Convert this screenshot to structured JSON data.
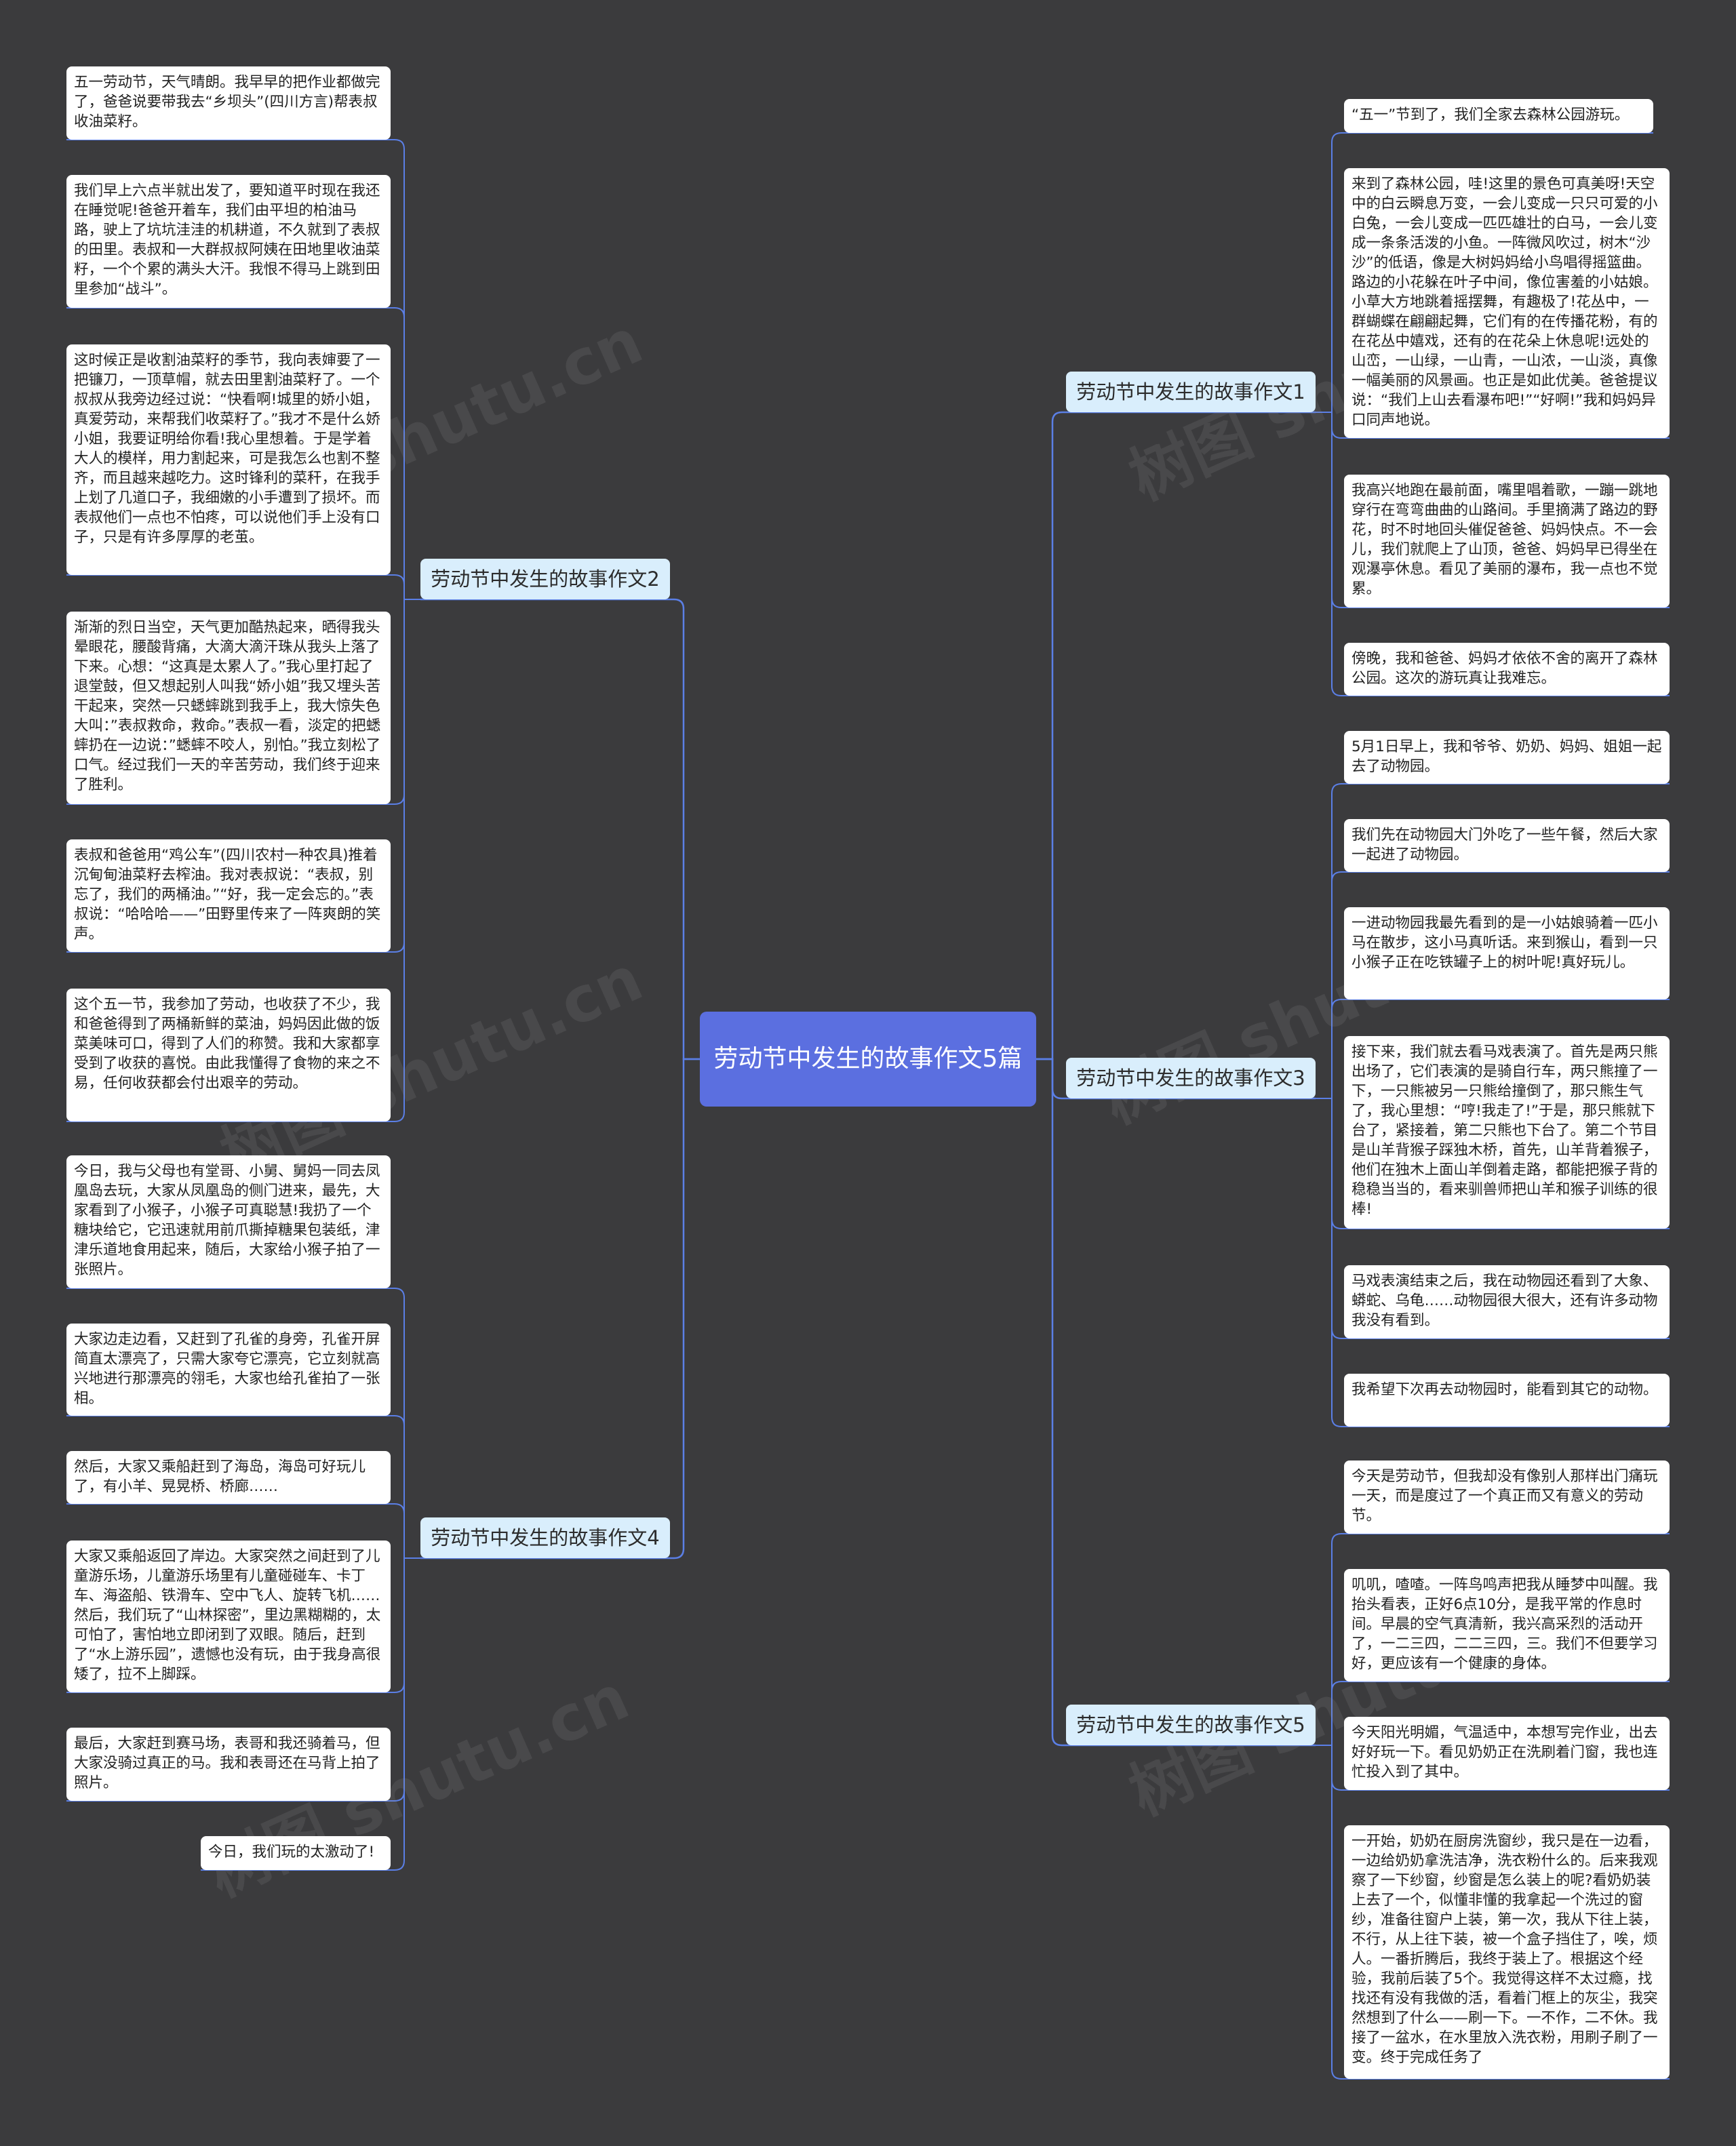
{
  "root": "劳动节中发生的故事作文5篇",
  "watermark": "树图 shutu.cn",
  "branches": [
    {
      "label": "劳动节中发生的故事作文1",
      "items": [
        "“五一”节到了，我们全家去森林公园游玩。",
        "来到了森林公园，哇!这里的景色可真美呀!天空中的白云瞬息万变，一会儿变成一只只可爱的小白兔，一会儿变成一匹匹雄壮的白马，一会儿变成一条条活泼的小鱼。一阵微风吹过，树木“沙沙”的低语，像是大树妈妈给小鸟唱得摇篮曲。路边的小花躲在叶子中间，像位害羞的小姑娘。小草大方地跳着摇摆舞，有趣极了!花丛中，一群蝴蝶在翩翩起舞，它们有的在传播花粉，有的在花丛中嬉戏，还有的在花朵上休息呢!远处的山峦，一山绿，一山青，一山浓，一山淡，真像一幅美丽的风景画。也正是如此优美。爸爸提议说：“我们上山去看瀑布吧!”“好啊!”我和妈妈异口同声地说。",
        "我高兴地跑在最前面，嘴里唱着歌，一蹦一跳地穿行在弯弯曲曲的山路间。手里摘满了路边的野花，时不时地回头催促爸爸、妈妈快点。不一会儿，我们就爬上了山顶，爸爸、妈妈早已得坐在观瀑亭休息。看见了美丽的瀑布，我一点也不觉累。",
        "傍晚，我和爸爸、妈妈才依依不舍的离开了森林公园。这次的游玩真让我难忘。"
      ]
    },
    {
      "label": "劳动节中发生的故事作文2",
      "items": [
        "五一劳动节，天气晴朗。我早早的把作业都做完了，爸爸说要带我去“乡坝头”(四川方言)帮表叔收油菜籽。",
        "我们早上六点半就出发了，要知道平时现在我还在睡觉呢!爸爸开着车，我们由平坦的柏油马路，驶上了坑坑洼洼的机耕道，不久就到了表叔的田里。表叔和一大群叔叔阿姨在田地里收油菜籽，一个个累的满头大汗。我恨不得马上跳到田里参加“战斗”。",
        "这时候正是收割油菜籽的季节，我向表婶要了一把镰刀，一顶草帽，就去田里割油菜籽了。一个叔叔从我旁边经过说：“快看啊!城里的娇小姐，真爱劳动，来帮我们收菜籽了。”我才不是什么娇小姐，我要证明给你看!我心里想着。于是学着大人的模样，用力割起来，可是我怎么也割不整齐，而且越来越吃力。这时锋利的菜秆，在我手上划了几道口子，我细嫩的小手遭到了损坏。而表叔他们一点也不怕疼，可以说他们手上没有口子，只是有许多厚厚的老茧。",
        "渐渐的烈日当空，天气更加酷热起来，晒得我头晕眼花，腰酸背痛，大滴大滴汗珠从我头上落了下来。心想：“这真是太累人了。”我心里打起了退堂鼓，但又想起别人叫我“娇小姐”我又埋头苦干起来，突然一只蟋蟀跳到我手上，我大惊失色大叫：”表叔救命，救命。”表叔一看，淡定的把蟋蟀扔在一边说：”蟋蟀不咬人，别怕。”我立刻松了口气。经过我们一天的辛苦劳动，我们终于迎来了胜利。",
        "表叔和爸爸用“鸡公车”(四川农村一种农具)推着沉甸甸油菜籽去榨油。我对表叔说：“表叔，别忘了，我们的两桶油。”“好，我一定会忘的。”表叔说：“哈哈哈——”田野里传来了一阵爽朗的笑声。",
        "这个五一节，我参加了劳动，也收获了不少，我和爸爸得到了两桶新鲜的菜油，妈妈因此做的饭菜美味可口，得到了人们的称赞。我和大家都享受到了收获的喜悦。由此我懂得了食物的来之不易，任何收获都会付出艰辛的劳动。"
      ]
    },
    {
      "label": "劳动节中发生的故事作文3",
      "items": [
        "5月1日早上，我和爷爷、奶奶、妈妈、姐姐一起去了动物园。",
        "我们先在动物园大门外吃了一些午餐，然后大家一起进了动物园。",
        "一进动物园我最先看到的是一小姑娘骑着一匹小马在散步，这小马真听话。来到猴山，看到一只小猴子正在吃铁罐子上的树叶呢!真好玩儿。",
        "接下来，我们就去看马戏表演了。首先是两只熊出场了，它们表演的是骑自行车，两只熊撞了一下，一只熊被另一只熊给撞倒了，那只熊生气了，我心里想：“哼!我走了!”于是，那只熊就下台了，紧接着，第二只熊也下台了。第二个节目是山羊背猴子踩独木桥，首先，山羊背着猴子，他们在独木上面山羊倒着走路，都能把猴子背的稳稳当当的，看来驯兽师把山羊和猴子训练的很棒!",
        "马戏表演结束之后，我在动物园还看到了大象、蟒蛇、乌龟……动物园很大很大，还有许多动物我没有看到。",
        "我希望下次再去动物园时，能看到其它的动物。"
      ]
    },
    {
      "label": "劳动节中发生的故事作文4",
      "items": [
        "今日，我与父母也有堂哥、小舅、舅妈一同去凤凰岛去玩，大家从凤凰岛的侧门进来，最先，大家看到了小猴子，小猴子可真聪慧!我扔了一个糖块给它，它迅速就用前爪撕掉糖果包装纸，津津乐道地食用起来，随后，大家给小猴子拍了一张照片。",
        "大家边走边看，又赶到了孔雀的身旁，孔雀开屏简直太漂亮了，只需大家夸它漂亮，它立刻就高兴地进行那漂亮的翎毛，大家也给孔雀拍了一张相。",
        "然后，大家又乘船赶到了海岛，海岛可好玩儿了，有小羊、晃晃桥、桥廊……",
        "大家又乘船返回了岸边。大家突然之间赶到了儿童游乐场，儿童游乐场里有儿童碰碰车、卡丁车、海盗船、铁滑车、空中飞人、旋转飞机……然后，我们玩了“山林探密”，里边黑糊糊的，太可怕了，害怕地立即闭到了双眼。随后，赶到了“水上游乐园”，遗憾也没有玩，由于我身高很矮了，拉不上脚踩。",
        "最后，大家赶到赛马场，表哥和我还骑着马，但大家没骑过真正的马。我和表哥还在马背上拍了照片。",
        "今日，我们玩的太激动了!"
      ]
    },
    {
      "label": "劳动节中发生的故事作文5",
      "items": [
        "今天是劳动节，但我却没有像别人那样出门痛玩一天，而是度过了一个真正而又有意义的劳动节。",
        "叽叽，喳喳。一阵鸟鸣声把我从睡梦中叫醒。我抬头看表，正好6点10分，是我平常的作息时间。早晨的空气真清新，我兴高采烈的活动开了，一二三四，二二三四，三。我们不但要学习好，更应该有一个健康的身体。",
        "今天阳光明媚，气温适中，本想写完作业，出去好好玩一下。看见奶奶正在洗刷着门窗，我也连忙投入到了其中。",
        "一开始，奶奶在厨房洗窗纱，我只是在一边看，一边给奶奶拿洗洁净，洗衣粉什么的。后来我观察了一下纱窗，纱窗是怎么装上的呢?看奶奶装上去了一个，似懂非懂的我拿起一个洗过的窗纱，准备往窗户上装，第一次，我从下往上装，不行，从上往下装，被一个盒子挡住了，唉，烦人。一番折腾后，我终于装上了。根据这个经验，我前后装了5个。我觉得这样不太过瘾，找找还有没有我做的活，看着门框上的灰尘，我突然想到了什么——刷一下。一不作，二不休。我接了一盆水，在水里放入洗衣粉，用刷子刷了一变。终于完成任务了"
      ]
    }
  ]
}
